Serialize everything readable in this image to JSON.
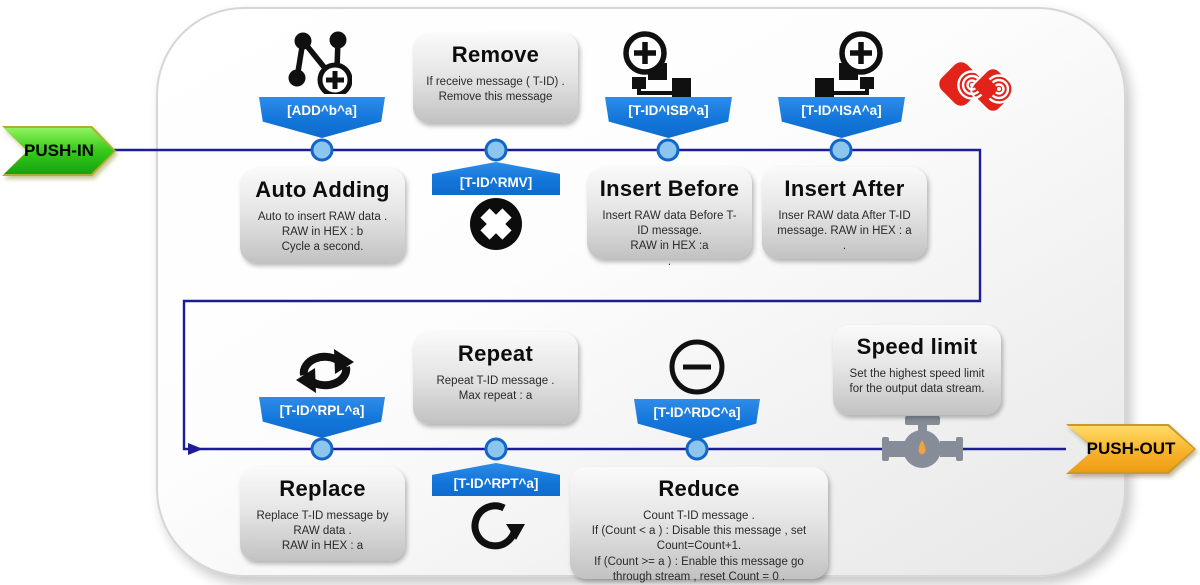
{
  "flow": {
    "push_in_label": "PUSH-IN",
    "push_out_label": "PUSH-OUT"
  },
  "banners": {
    "add": "[ADD^b^a]",
    "rmv": "[T-ID^RMV]",
    "isb": "[T-ID^ISB^a]",
    "isa": "[T-ID^ISA^a]",
    "rpl": "[T-ID^RPL^a]",
    "rpt": "[T-ID^RPT^a]",
    "rdc": "[T-ID^RDC^a]"
  },
  "boxes": {
    "auto_adding": {
      "title": "Auto Adding",
      "lines": [
        "Auto to insert RAW data .",
        "RAW in HEX : b",
        "Cycle a second."
      ]
    },
    "remove": {
      "title": "Remove",
      "lines": [
        "If receive message ( T-ID) .",
        "Remove this message"
      ]
    },
    "insert_before": {
      "title": "Insert Before",
      "lines": [
        "Insert RAW data Before T-ID message.",
        "RAW in HEX :a",
        "."
      ]
    },
    "insert_after": {
      "title": "Insert After",
      "lines": [
        "Inser RAW data After T-ID message. RAW in HEX : a",
        "."
      ]
    },
    "replace": {
      "title": "Replace",
      "lines": [
        "Replace T-ID message by RAW data .",
        "RAW in HEX : a"
      ]
    },
    "repeat": {
      "title": "Repeat",
      "lines": [
        "Repeat T-ID message .",
        "Max repeat : a"
      ]
    },
    "reduce": {
      "title": "Reduce",
      "lines": [
        "Count T-ID message .",
        "If (Count < a ) : Disable this message , set Count=Count+1.",
        "If (Count >= a ) : Enable this message go through stream , reset Count = 0 ."
      ]
    },
    "speed_limit": {
      "title": "Speed limit",
      "lines": [
        "Set the highest speed limit for the output data stream."
      ]
    }
  },
  "icons": {
    "auto_adding": "graph-plus-icon",
    "remove": "x-circle-icon",
    "insert_before": "insert-before-icon",
    "insert_after": "insert-after-icon",
    "replace": "swap-arrows-icon",
    "repeat": "rotate-arrow-icon",
    "reduce": "minus-circle-icon",
    "speed_limit": "valve-icon",
    "brand": "radio-waves-logo"
  },
  "colors": {
    "banner_blue": "#1376da",
    "line_navy": "#1c1c96",
    "node_fill": "#8cc6ef",
    "node_border": "#1266c8",
    "push_in_green": "#39cb19",
    "push_out_orange": "#f9b62e",
    "logo_red": "#e2231a",
    "valve_gray": "#878d98",
    "droplet_orange": "#f2a43c"
  }
}
